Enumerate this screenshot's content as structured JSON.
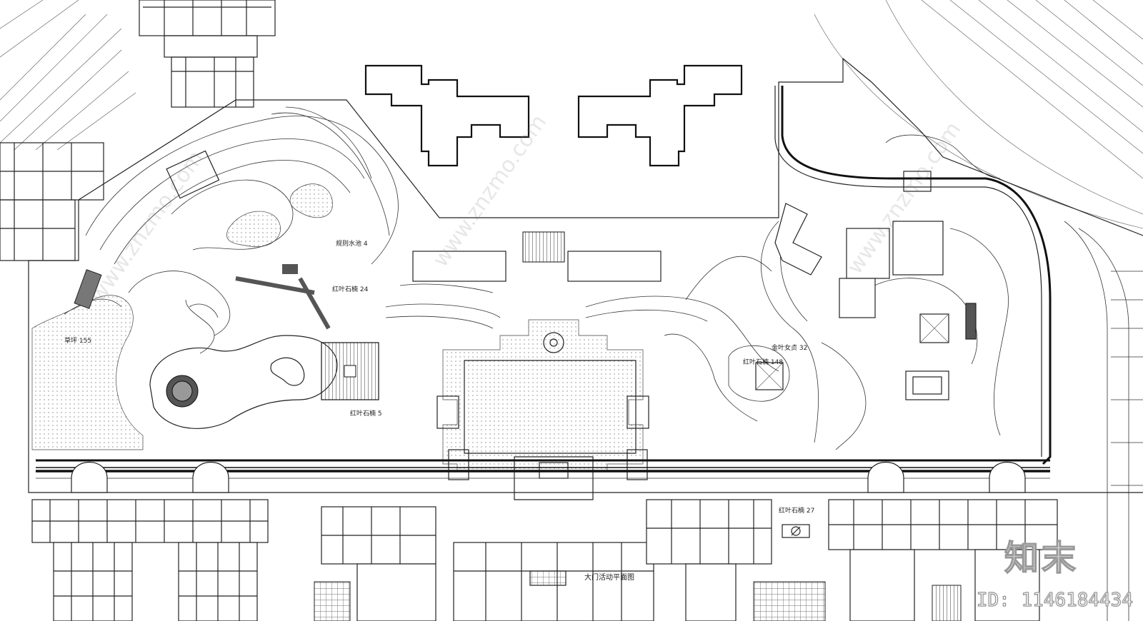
{
  "watermark": {
    "site_text": "www.znzmo.com",
    "logo_text": "知末",
    "id_text": "ID: 1146184434"
  },
  "plan": {
    "center_building_label": "大门活动平面图",
    "labels": [
      "规则水池 4",
      "红叶石楠 5",
      "金叶女贞 32",
      "红叶石楠 148",
      "红叶石楠 27",
      "红叶石楠 24",
      "草坪 155"
    ]
  }
}
